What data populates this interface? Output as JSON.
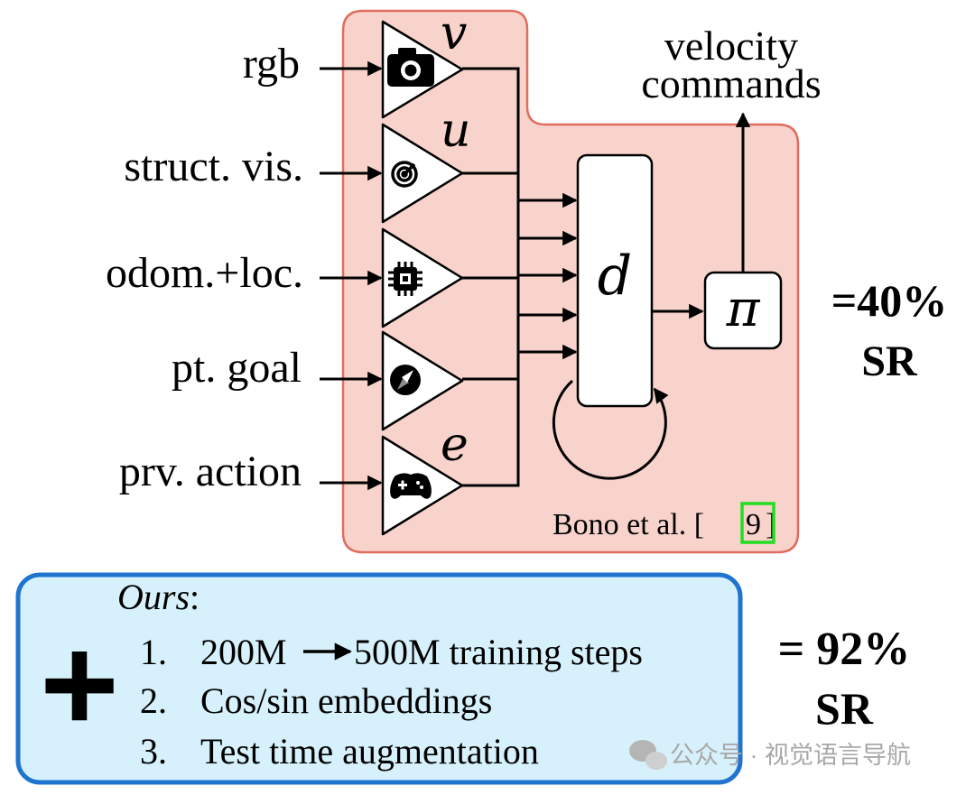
{
  "inputs": [
    {
      "label": "rgb",
      "encoder_symbol": "v",
      "icon": "camera-icon"
    },
    {
      "label": "struct. vis.",
      "encoder_symbol": "u",
      "icon": "radar-icon"
    },
    {
      "label": "odom.+loc.",
      "encoder_symbol": "",
      "icon": "chip-icon"
    },
    {
      "label": "pt. goal",
      "encoder_symbol": "",
      "icon": "compass-icon"
    },
    {
      "label": "prv. action",
      "encoder_symbol": "e",
      "icon": "gamepad-icon"
    }
  ],
  "core": {
    "symbol": "d"
  },
  "policy": {
    "symbol": "π"
  },
  "output": {
    "line1": "velocity",
    "line2": "commands"
  },
  "citation": {
    "text": "Bono et al. [",
    "ref": "9",
    "close": "]"
  },
  "baseline_result": {
    "value": "=40%",
    "unit": "SR"
  },
  "ours": {
    "title": "Ours",
    "title_suffix": ":",
    "plus_symbol": "+",
    "items": [
      {
        "num": "1.",
        "text_before": "200M",
        "text_after": "500M training steps"
      },
      {
        "num": "2.",
        "text": "Cos/sin embeddings"
      },
      {
        "num": "3.",
        "text": "Test time augmentation"
      }
    ]
  },
  "ours_result": {
    "value": "= 92%",
    "unit": "SR"
  },
  "watermark": {
    "text": "公众号 · 视觉语言导航"
  },
  "colors": {
    "baseline_fill": "#f8d3cc",
    "baseline_stroke": "#e06d5f",
    "ours_fill": "#d6f1fb",
    "ours_stroke": "#1f74d0",
    "citation_box": "#22dd22"
  }
}
